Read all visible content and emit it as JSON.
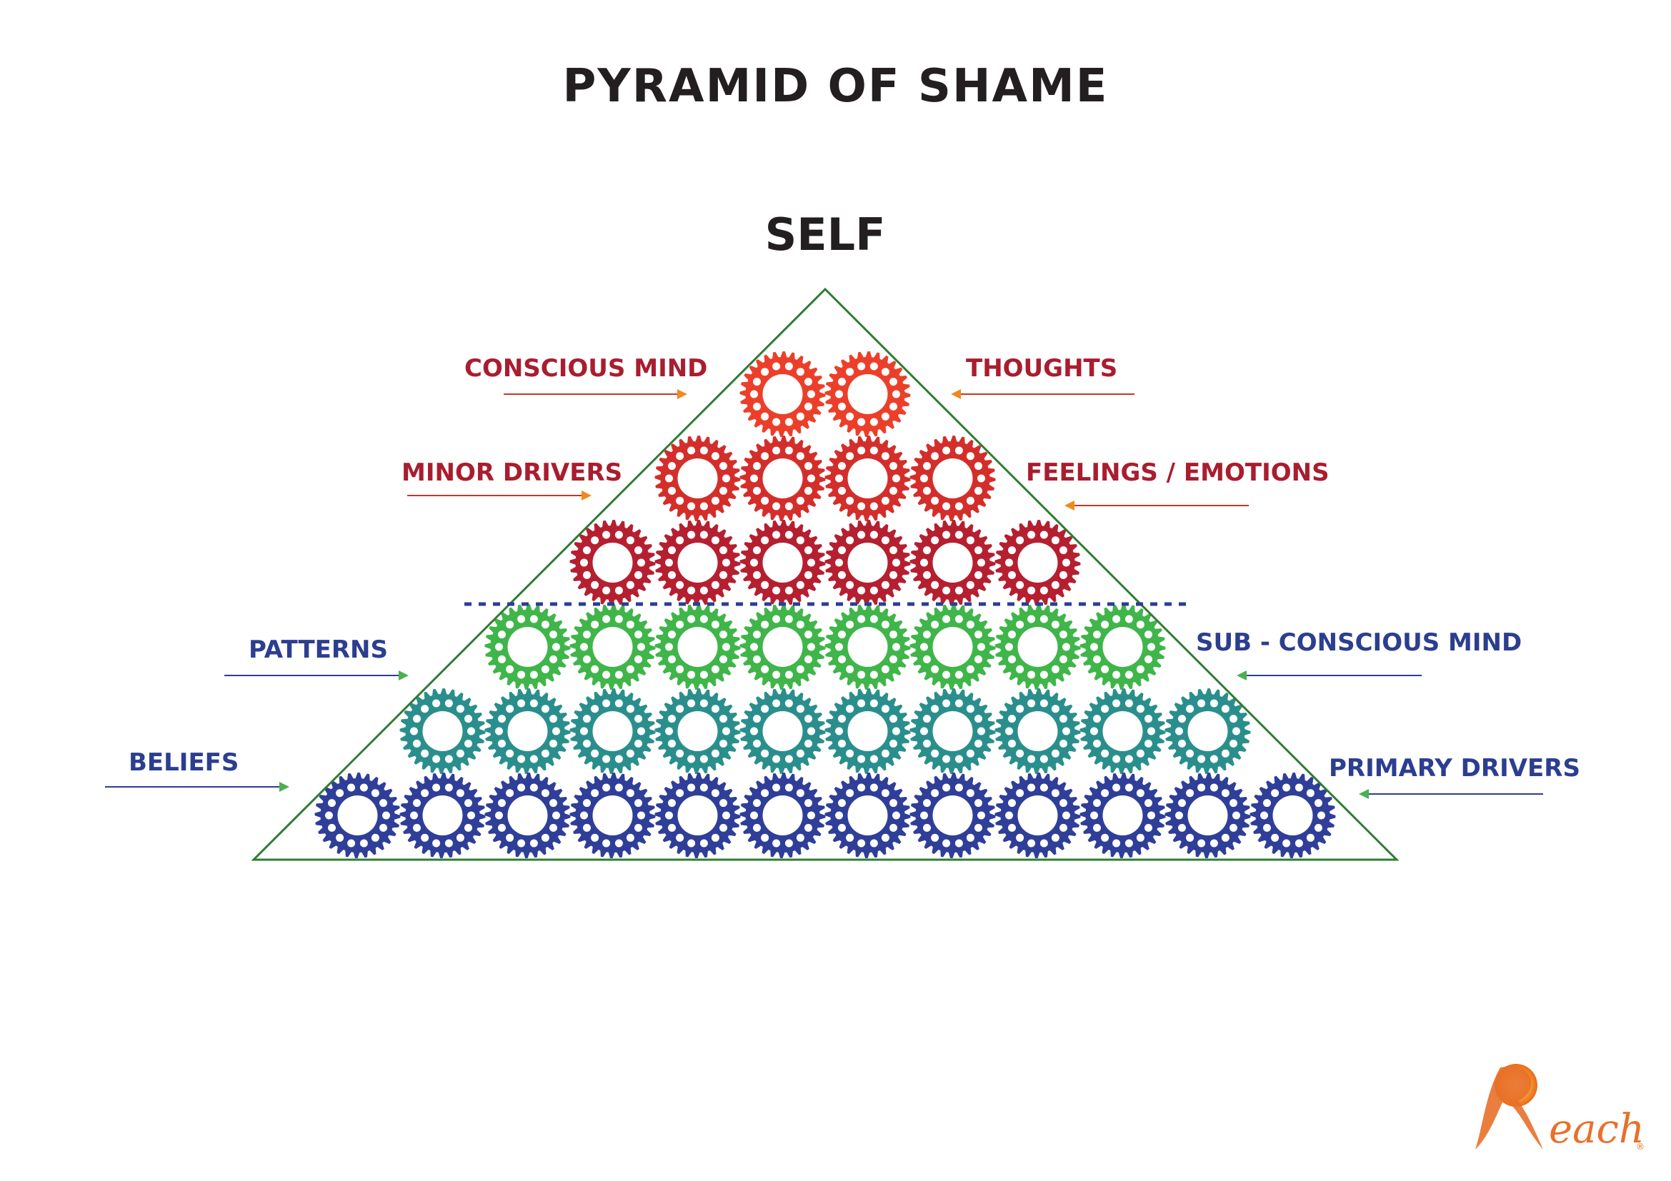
{
  "title": "PYRAMID OF SHAME",
  "apex_label": "SELF",
  "labels": {
    "conscious_mind": "CONSCIOUS MIND",
    "thoughts": "THOUGHTS",
    "minor_drivers": "MINOR DRIVERS",
    "feelings": "FEELINGS / EMOTIONS",
    "patterns": "PATTERNS",
    "sub_conscious": "SUB - CONSCIOUS MIND",
    "beliefs": "BELIEFS",
    "primary_drivers": "PRIMARY DRIVERS"
  },
  "gear_rows": [
    {
      "count": 2,
      "color": "#ec3f2a"
    },
    {
      "count": 4,
      "color": "#d42e2b"
    },
    {
      "count": 6,
      "color": "#b51f30"
    },
    {
      "count": 8,
      "color": "#3fb54a"
    },
    {
      "count": 10,
      "color": "#2a8f8c"
    },
    {
      "count": 12,
      "color": "#2f3e98"
    }
  ],
  "colors": {
    "outline": "#2e7d32",
    "divider": "#2c3e8f",
    "arrow_conscious": "#f08a1c",
    "arrow_subconscious": "#4caf50",
    "line_conscious": "#c0392b",
    "line_subconscious": "#2c3e8f"
  },
  "logo": {
    "text": "Reach",
    "mark": "®"
  }
}
